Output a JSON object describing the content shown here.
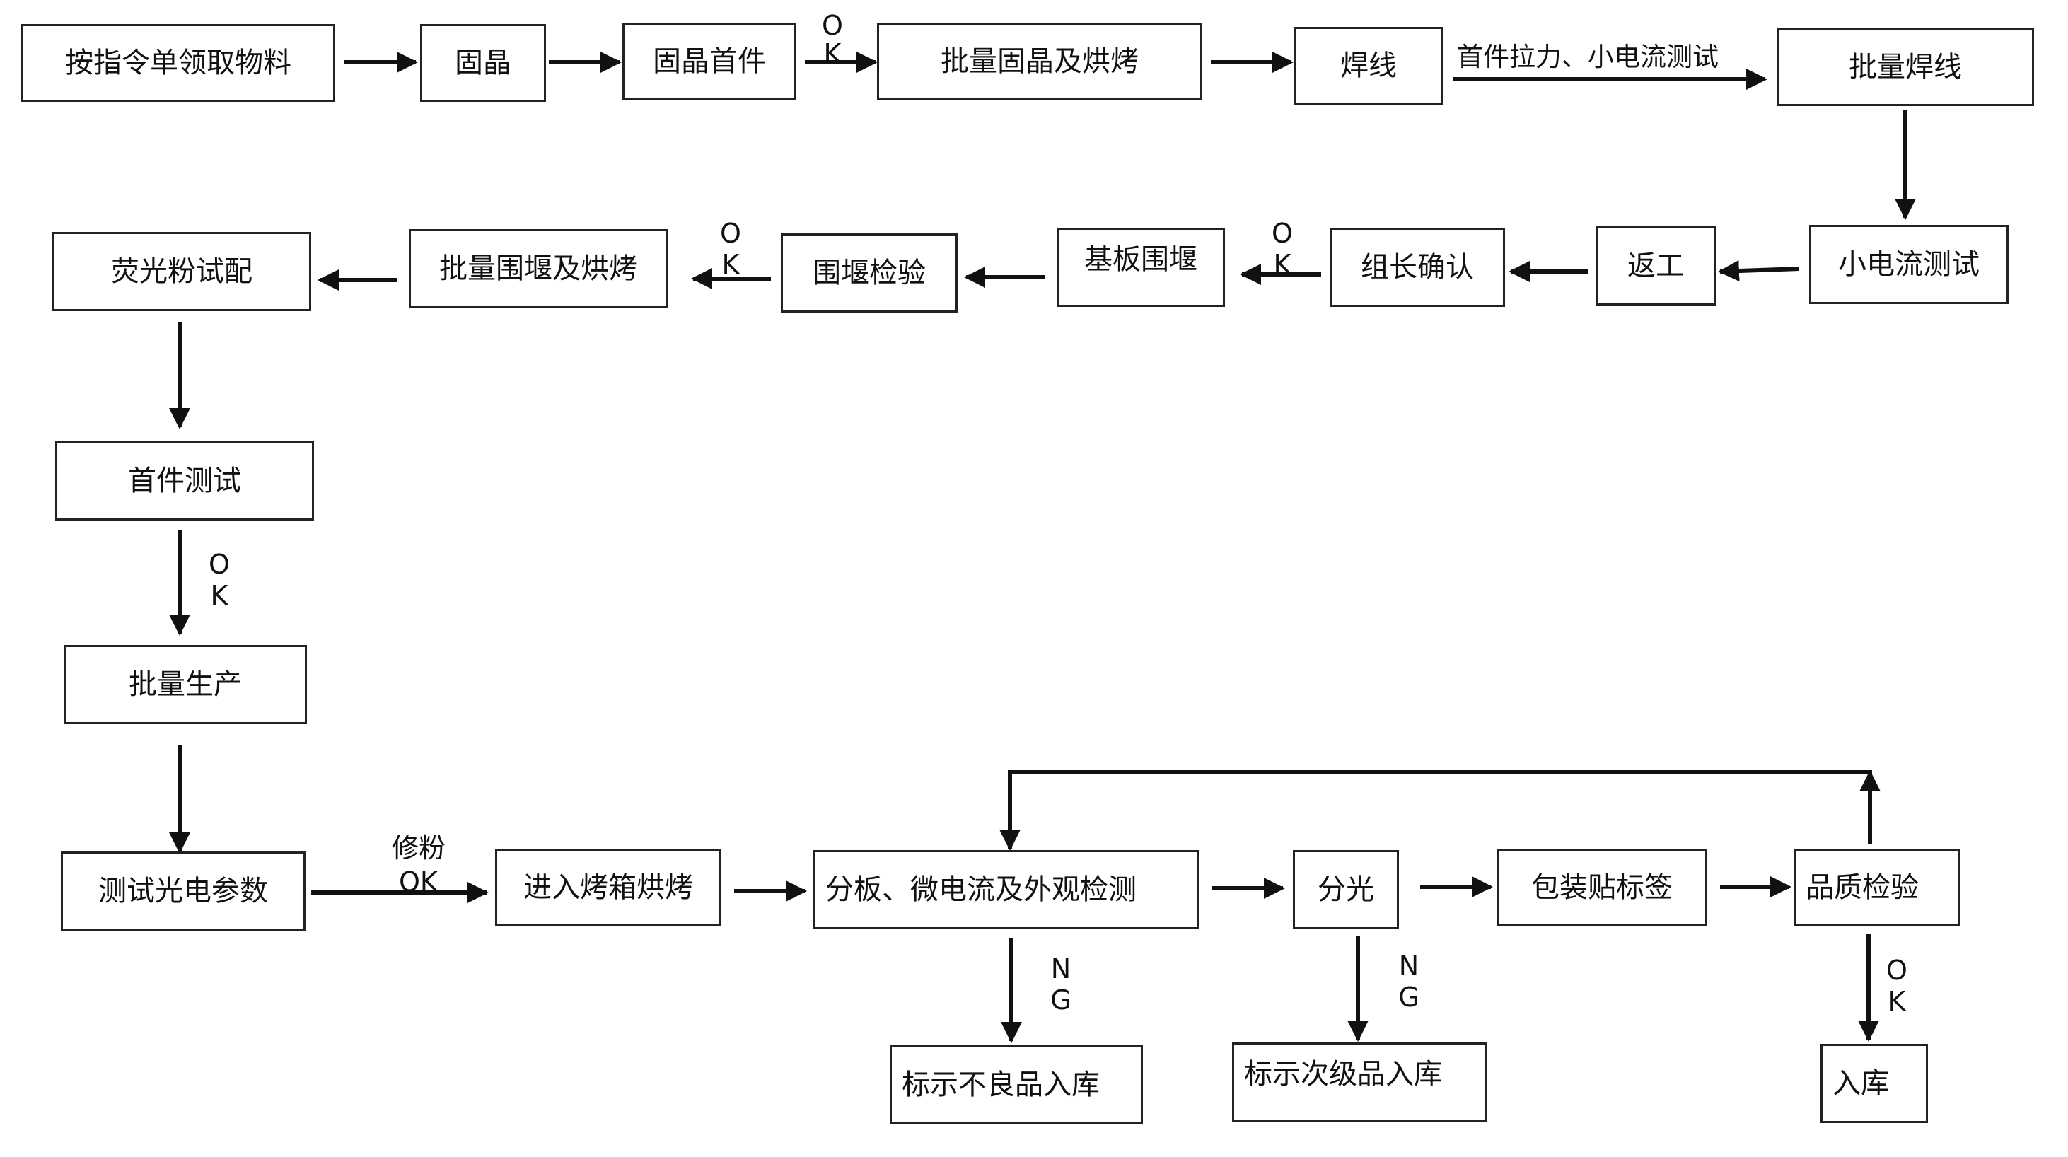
{
  "colors": {
    "line": "#111111",
    "box_border": "#222222",
    "text": "#111111",
    "background": "#ffffff"
  },
  "nodes": {
    "n01": "按指令单领取物料",
    "n02": "固晶",
    "n03": "固晶首件",
    "n04": "批量固晶及烘烤",
    "n05": "焊线",
    "n06": "批量焊线",
    "n07": "小电流测试",
    "n08": "返工",
    "n09": "组长确认",
    "n10": "基板围堰",
    "n11": "围堰检验",
    "n12": "批量围堰及烘烤",
    "n13": "荧光粉试配",
    "n14": "首件测试",
    "n15": "批量生产",
    "n16": "测试光电参数",
    "n17": "进入烤箱烘烤",
    "n18": "分板、微电流及外观检测",
    "n19": "分光",
    "n20": "包装贴标签",
    "n21": "品质检验",
    "n22": "标示不良品入库",
    "n23": "标示次级品入库",
    "n24": "入库"
  },
  "edge_labels": {
    "ok_1": "OK",
    "pull_test": "首件拉力、小电流测试",
    "ok_2": "OK",
    "ok_3": "OK",
    "ok_4": "OK",
    "repair_powder": "修粉",
    "ok_5": "OK",
    "ng_1": "NG",
    "ng_2": "NG",
    "ok_6": "OK"
  }
}
